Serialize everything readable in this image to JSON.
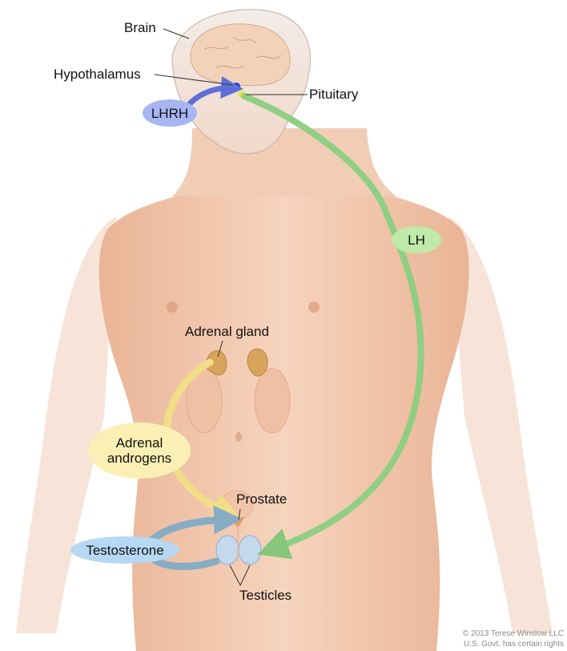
{
  "labels": {
    "brain": "Brain",
    "hypothalamus": "Hypothalamus",
    "pituitary": "Pituitary",
    "adrenal_gland": "Adrenal gland",
    "prostate": "Prostate",
    "testicles": "Testicles"
  },
  "hormones": {
    "lhrh": "LHRH",
    "lh": "LH",
    "adrenal_androgens_line1": "Adrenal",
    "adrenal_androgens_line2": "androgens",
    "testosterone": "Testosterone"
  },
  "copyright": {
    "line1": "© 2013 Terese Winslow LLC",
    "line2": "U.S. Govt. has certain rights"
  },
  "colors": {
    "lhrh": "#6f7fe0",
    "lh": "#8fcf84",
    "adrenal": "#f5e79a",
    "testosterone": "#a9cdf0",
    "skin": "#f3c9ad"
  }
}
